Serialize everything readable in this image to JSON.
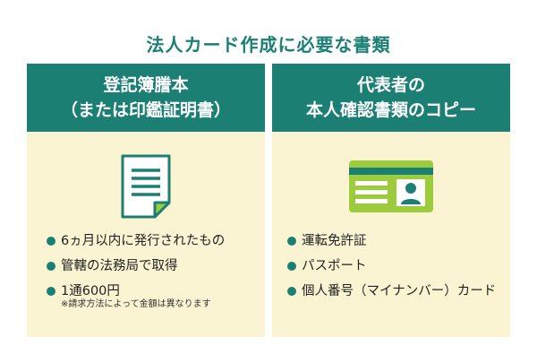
{
  "title": "法人カード作成に必要な書類",
  "cards": [
    {
      "header_line1": "登記簿謄本",
      "header_line2": "（または印鑑証明書）",
      "icon": "document-icon",
      "items": [
        "6ヵ月以内に発行されたもの",
        "管轄の法務局で取得",
        "1通600円"
      ],
      "note": "※請求方法によって金額は異なります"
    },
    {
      "header_line1": "代表者の",
      "header_line2": "本人確認書類のコピー",
      "icon": "id-card-icon",
      "items": [
        "運転免許証",
        "パスポート",
        "個人番号（マイナンバー）カード"
      ]
    }
  ],
  "colors": {
    "accent": "#1b7f74",
    "card_bg": "#fbf4d2",
    "id_card_green": "#9ccc3c"
  }
}
